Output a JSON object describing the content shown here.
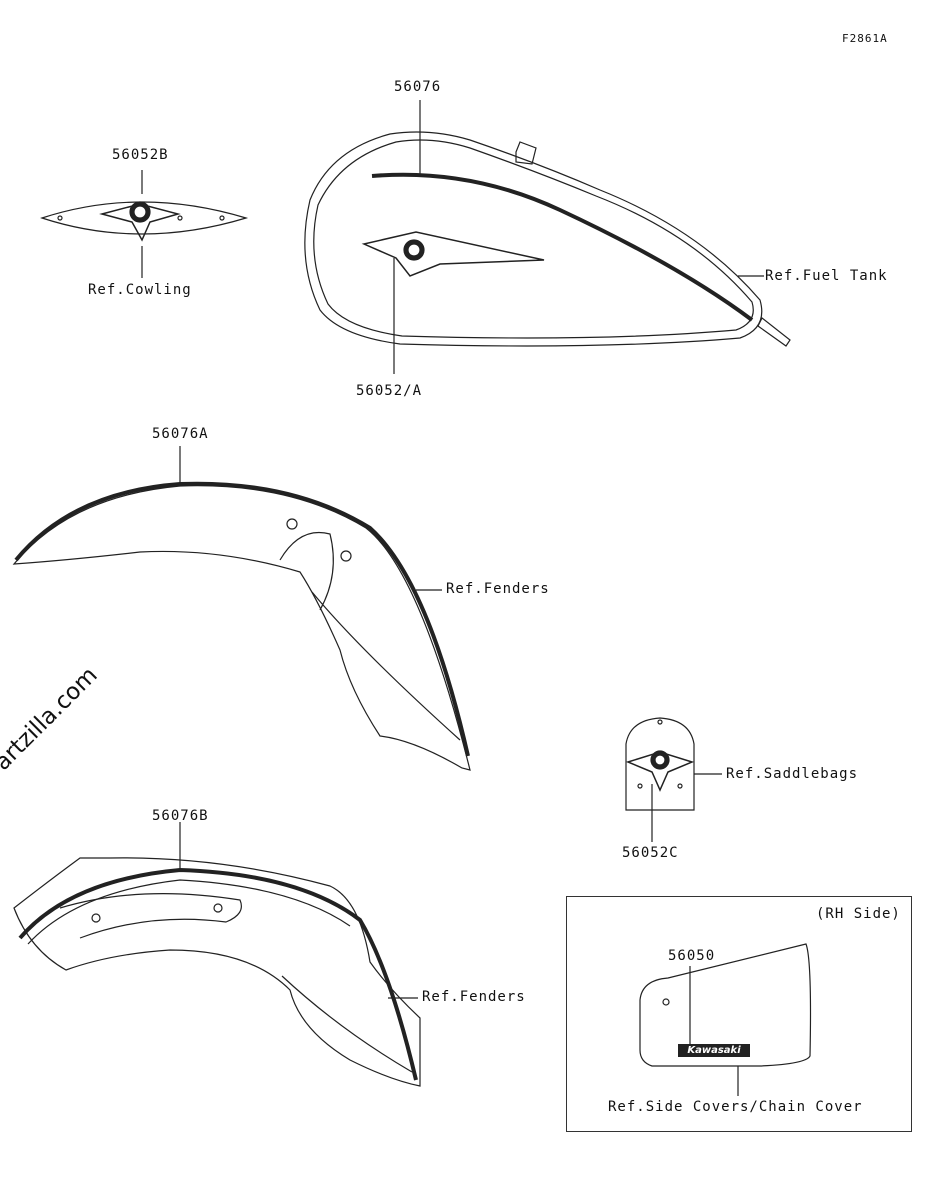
{
  "diagram": {
    "figure_code": "F2861A",
    "watermark": "© Partzilla.com",
    "logo_text": "Kawasaki",
    "parts": [
      {
        "id": "cowling-emblem",
        "number": "56052B",
        "ref": "Ref.Cowling"
      },
      {
        "id": "tank-stripe",
        "number": "56076",
        "ref": "Ref.Fuel Tank"
      },
      {
        "id": "tank-emblem",
        "number": "56052/A"
      },
      {
        "id": "front-fender-stripe",
        "number": "56076A",
        "ref": "Ref.Fenders"
      },
      {
        "id": "saddlebag-emblem",
        "number": "56052C",
        "ref": "Ref.Saddlebags"
      },
      {
        "id": "rear-fender-stripe",
        "number": "56076B",
        "ref": "Ref.Fenders"
      },
      {
        "id": "side-cover-emblem",
        "number": "56050",
        "ref": "Ref.Side Covers/Chain Cover"
      }
    ],
    "inset_label": "(RH Side)"
  }
}
